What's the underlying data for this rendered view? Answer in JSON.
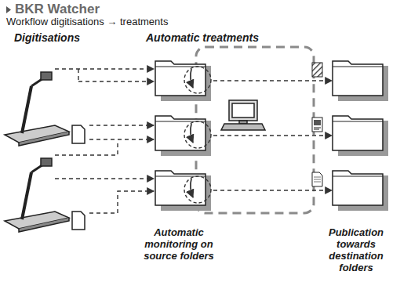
{
  "diagram": {
    "title": "BKR Watcher",
    "nodes": [
      {
        "text": []
      },
      {
        "text": []
      },
      {
        "text": []
      },
      {
        "text": []
      },
      {
        "text": []
      },
      {
        "text": []
      }
    ],
    "edges": [
      {
        "from": 0,
        "to": 3,
        "arrow": "to"
      },
      {
        "from": 1,
        "to": 4,
        "arrow": "to"
      },
      {
        "from": 2,
        "to": 5,
        "arrow": "to"
      }
    ],
    "labels": [
      "Workflow digitisations → treatments",
      "Digitisations",
      "Automatic treatments",
      "Automatic monitoring on source folders",
      "Publication towards destination folders"
    ]
  }
}
